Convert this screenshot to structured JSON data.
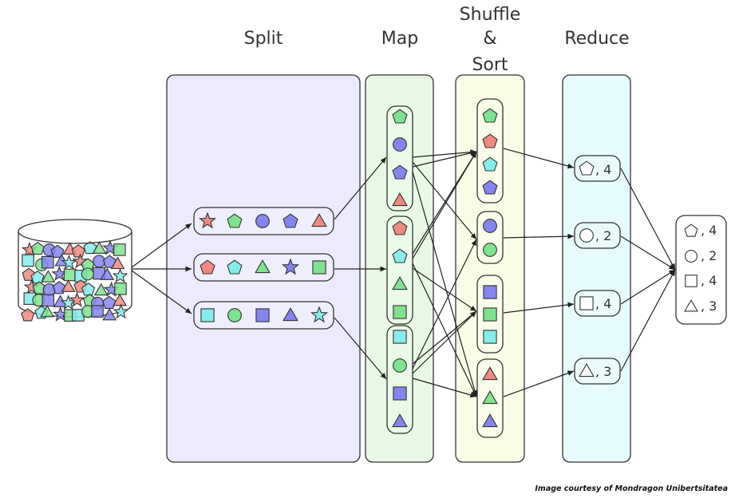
{
  "stages": {
    "split": "Split",
    "map": "Map",
    "shuffle": [
      "Shuffle",
      "&",
      "Sort"
    ],
    "reduce": "Reduce"
  },
  "input": {
    "split_chunks": [
      [
        {
          "shape": "star",
          "color": "red"
        },
        {
          "shape": "pentagon",
          "color": "green"
        },
        {
          "shape": "circle",
          "color": "blue"
        },
        {
          "shape": "pentagon",
          "color": "blue"
        },
        {
          "shape": "triangle",
          "color": "red"
        }
      ],
      [
        {
          "shape": "pentagon",
          "color": "red"
        },
        {
          "shape": "pentagon",
          "color": "cyan"
        },
        {
          "shape": "triangle",
          "color": "green"
        },
        {
          "shape": "star",
          "color": "blue"
        },
        {
          "shape": "square",
          "color": "green"
        }
      ],
      [
        {
          "shape": "square",
          "color": "cyan"
        },
        {
          "shape": "circle",
          "color": "green"
        },
        {
          "shape": "square",
          "color": "blue"
        },
        {
          "shape": "triangle",
          "color": "blue"
        },
        {
          "shape": "star",
          "color": "cyan"
        }
      ]
    ]
  },
  "map_groups": [
    [
      {
        "shape": "pentagon",
        "color": "green"
      },
      {
        "shape": "circle",
        "color": "blue"
      },
      {
        "shape": "pentagon",
        "color": "blue"
      },
      {
        "shape": "triangle",
        "color": "red"
      }
    ],
    [
      {
        "shape": "pentagon",
        "color": "red"
      },
      {
        "shape": "pentagon",
        "color": "cyan"
      },
      {
        "shape": "triangle",
        "color": "green"
      },
      {
        "shape": "square",
        "color": "green"
      }
    ],
    [
      {
        "shape": "square",
        "color": "cyan"
      },
      {
        "shape": "circle",
        "color": "green"
      },
      {
        "shape": "square",
        "color": "blue"
      },
      {
        "shape": "triangle",
        "color": "blue"
      }
    ]
  ],
  "shuffle_groups": [
    [
      {
        "shape": "pentagon",
        "color": "green"
      },
      {
        "shape": "pentagon",
        "color": "red"
      },
      {
        "shape": "pentagon",
        "color": "cyan"
      },
      {
        "shape": "pentagon",
        "color": "blue"
      }
    ],
    [
      {
        "shape": "circle",
        "color": "blue"
      },
      {
        "shape": "circle",
        "color": "green"
      }
    ],
    [
      {
        "shape": "square",
        "color": "blue"
      },
      {
        "shape": "square",
        "color": "green"
      },
      {
        "shape": "square",
        "color": "cyan"
      }
    ],
    [
      {
        "shape": "triangle",
        "color": "red"
      },
      {
        "shape": "triangle",
        "color": "green"
      },
      {
        "shape": "triangle",
        "color": "blue"
      }
    ]
  ],
  "reduce_results": [
    {
      "shape": "pentagon",
      "count": ", 4"
    },
    {
      "shape": "circle",
      "count": ", 2"
    },
    {
      "shape": "square",
      "count": ", 4"
    },
    {
      "shape": "triangle",
      "count": ", 3"
    }
  ],
  "final_results": [
    {
      "shape": "pentagon",
      "count": ", 4"
    },
    {
      "shape": "circle",
      "count": ", 2"
    },
    {
      "shape": "square",
      "count": ", 4"
    },
    {
      "shape": "triangle",
      "count": ", 3"
    }
  ],
  "colors": {
    "green": "#7fe28e",
    "blue": "#8585f0",
    "red": "#ee8a80",
    "cyan": "#86ecec",
    "split_bg": "#ecebfd",
    "map_bg": "#e8f8e4",
    "shuffle_bg": "#fafde6",
    "reduce_bg": "#e8fbfc"
  },
  "credit": "Image courtesy of Mondragon Unibertsitatea"
}
